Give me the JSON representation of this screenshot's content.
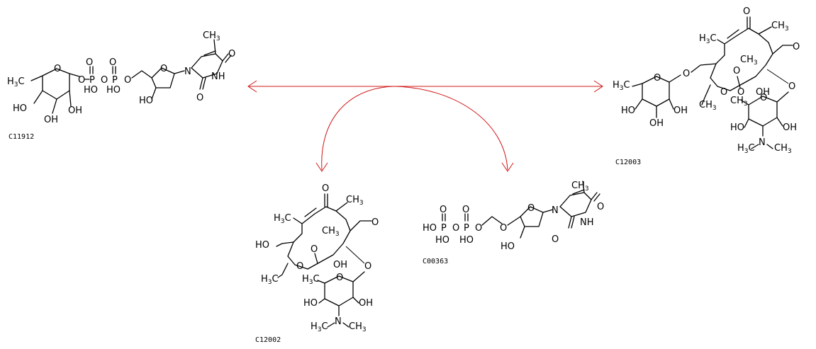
{
  "compounds": [
    {
      "id": "C11912"
    },
    {
      "id": "C12003"
    },
    {
      "id": "C12002"
    },
    {
      "id": "C00363"
    }
  ],
  "arrow_color": "#d01818"
}
